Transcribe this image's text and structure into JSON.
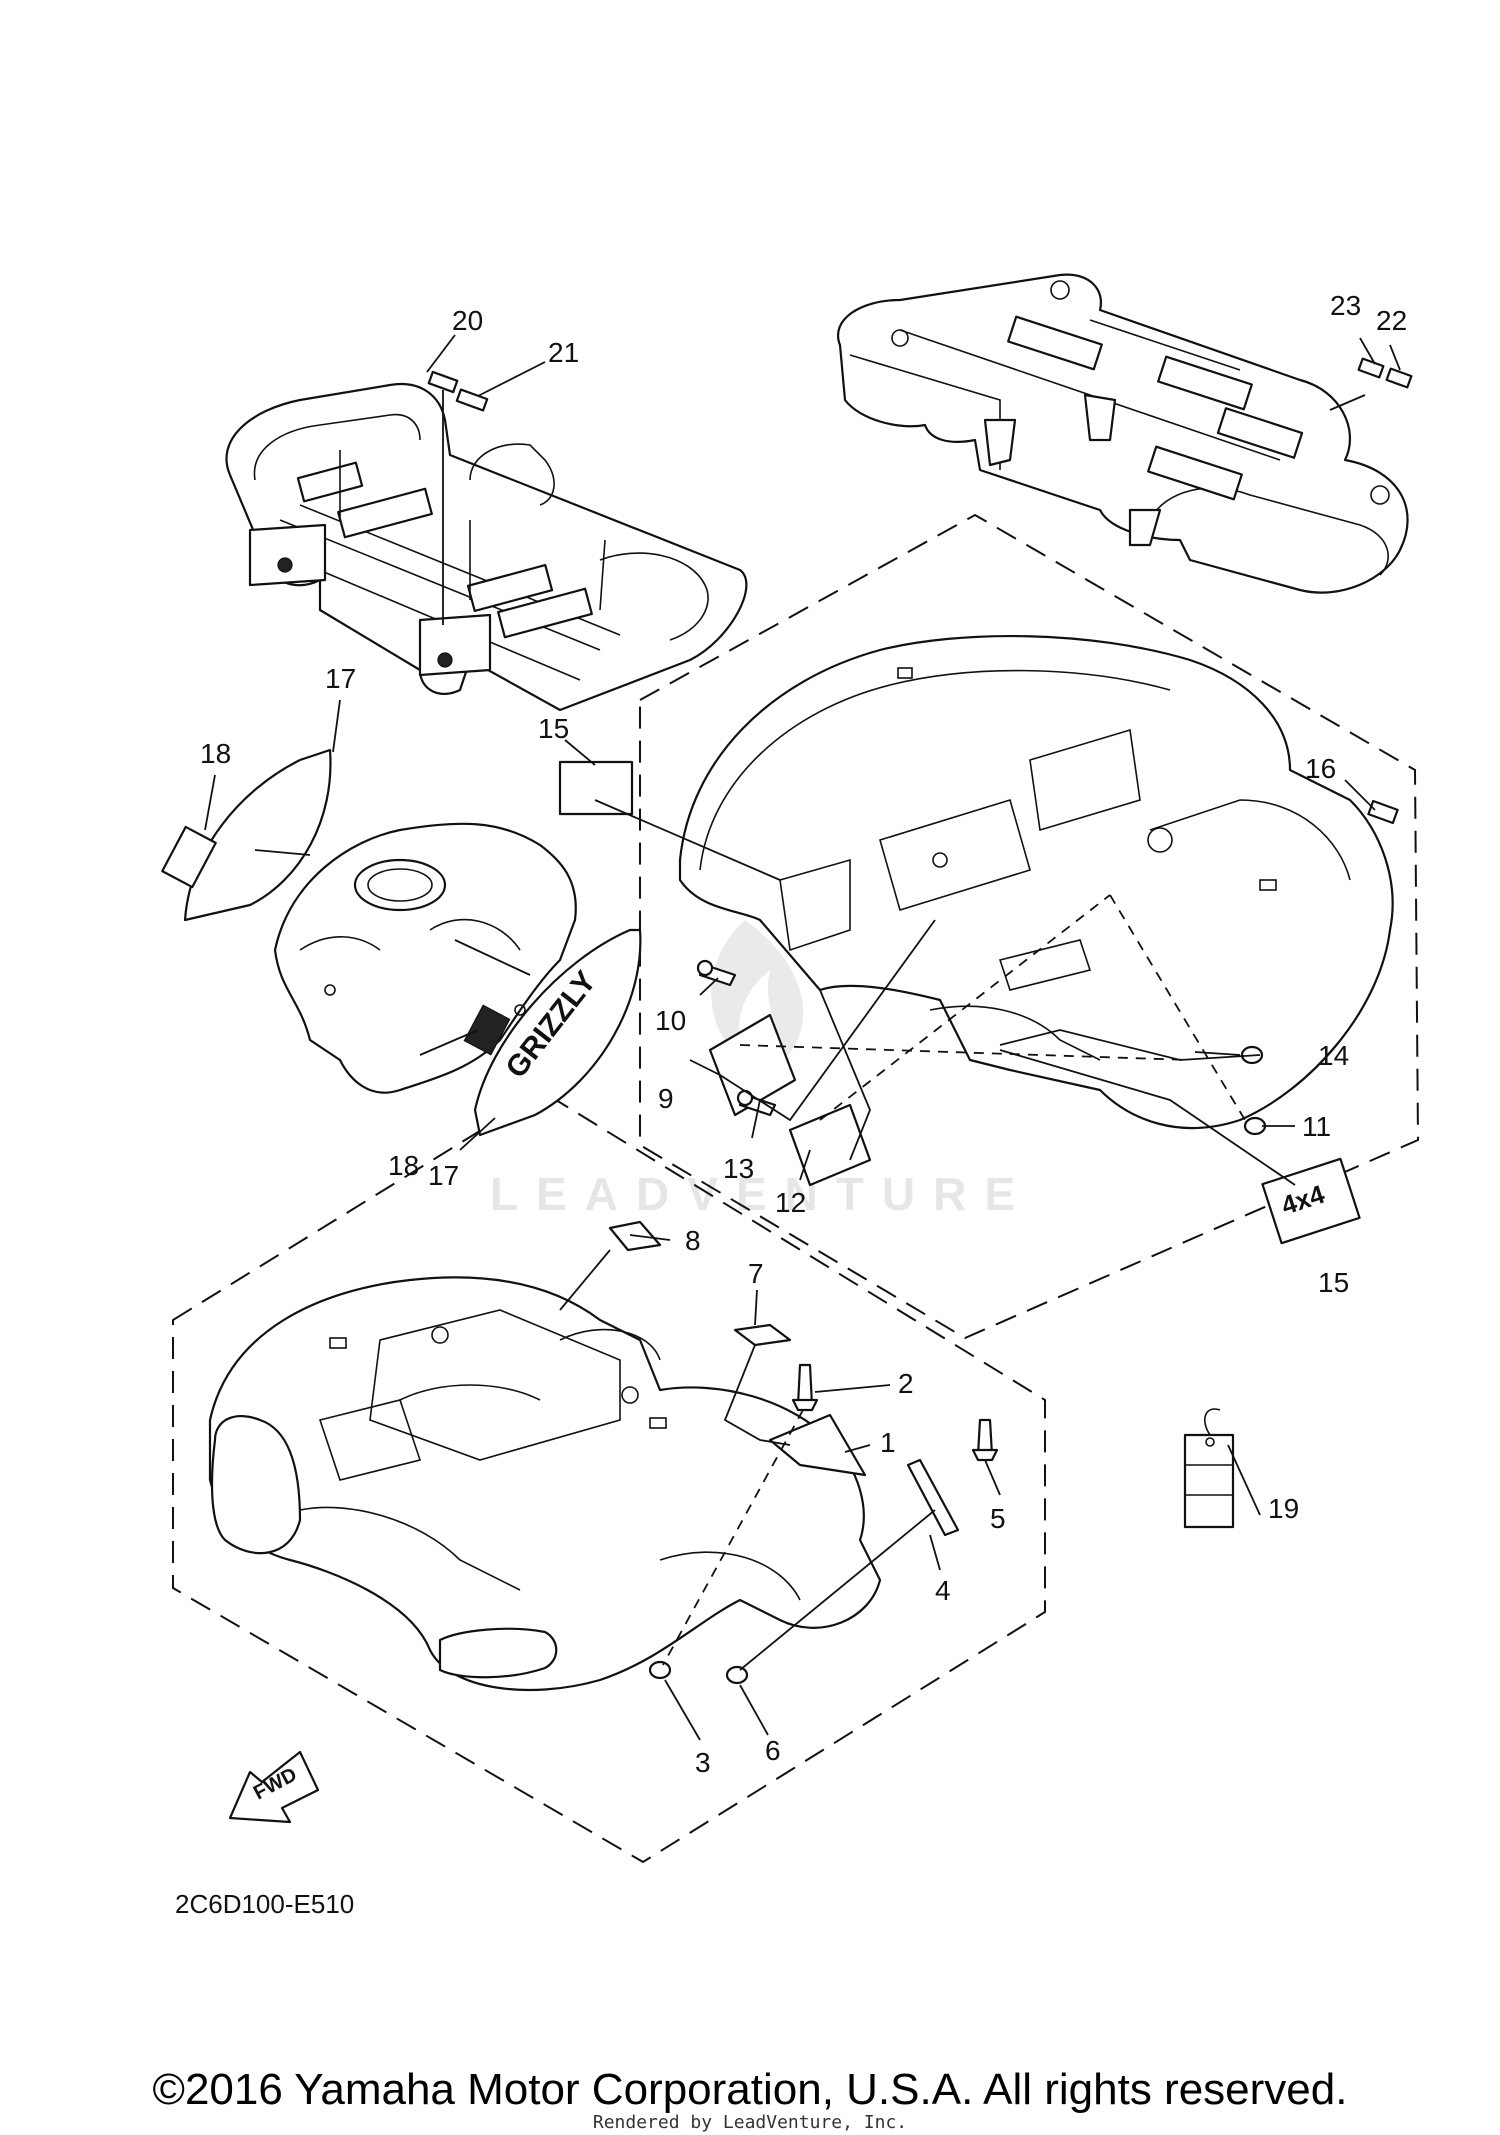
{
  "diagram": {
    "code": "2C6D100-E510",
    "fwd_label": "FWD",
    "watermark": "LEADVENTURE",
    "decals": {
      "grizzly": "GRIZZLY",
      "four_by_four": "4x4"
    },
    "callouts": [
      "1",
      "2",
      "3",
      "4",
      "5",
      "6",
      "7",
      "8",
      "9",
      "10",
      "11",
      "12",
      "13",
      "14",
      "15",
      "15",
      "16",
      "17",
      "17",
      "18",
      "18",
      "19",
      "20",
      "21",
      "22",
      "23"
    ]
  },
  "footer": {
    "copyright": "©2016 Yamaha Motor Corporation, U.S.A. All rights reserved.",
    "rendered_by": "Rendered by LeadVenture, Inc."
  }
}
